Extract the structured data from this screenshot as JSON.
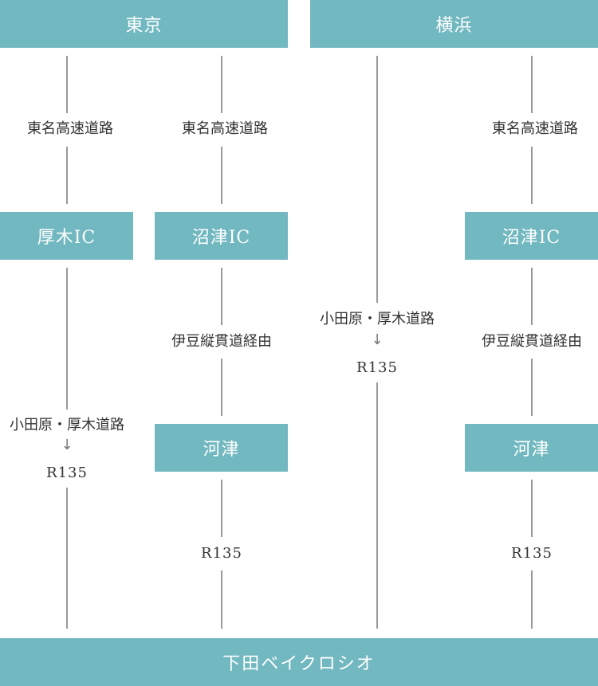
{
  "headers": {
    "tokyo": "東京",
    "yokohama": "横浜"
  },
  "roads": {
    "tomei": "東名高速道路",
    "odawara_atsugi": "小田原・厚木道路",
    "izu_jukan": "伊豆縦貫道経由",
    "r135": "R135",
    "arrow": "↓"
  },
  "nodes": {
    "atsugi_ic": "厚木IC",
    "numazu_ic": "沼津IC",
    "kawazu": "河津"
  },
  "destination": "下田ベイクロシオ",
  "colors": {
    "box": "#72b8c0",
    "line": "#999999",
    "text": "#333333"
  }
}
